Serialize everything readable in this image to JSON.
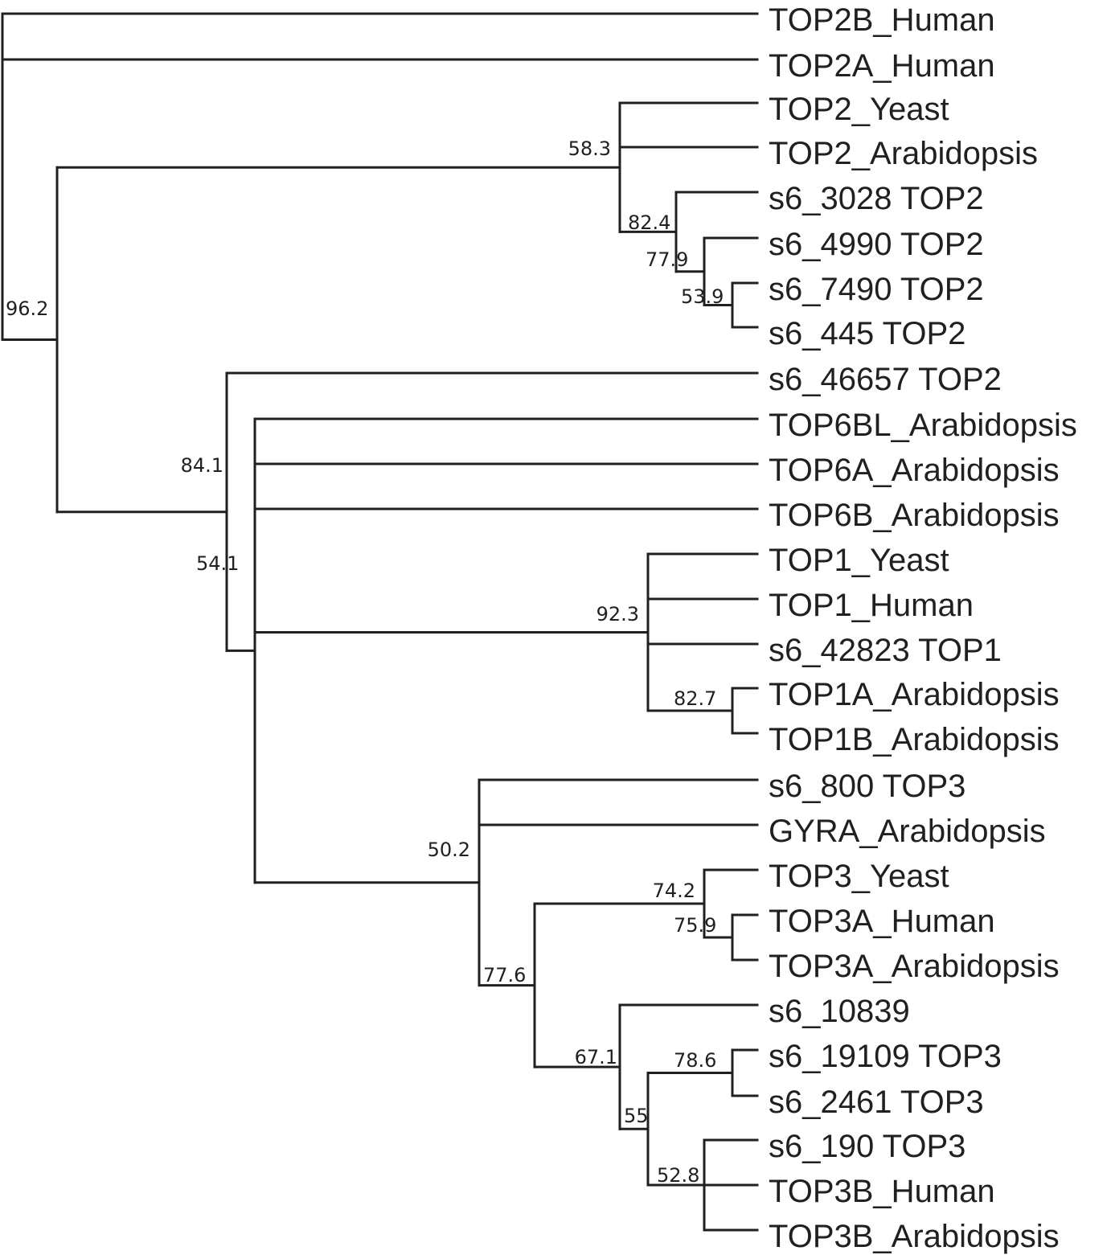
{
  "tree": {
    "leaves": [
      "TOP2B_Human",
      "TOP2A_Human",
      "TOP2_Yeast",
      "TOP2_Arabidopsis",
      "s6_3028 TOP2",
      "s6_4990 TOP2",
      "s6_7490 TOP2",
      "s6_445 TOP2",
      "s6_46657 TOP2",
      "TOP6BL_Arabidopsis",
      "TOP6A_Arabidopsis",
      "TOP6B_Arabidopsis",
      "TOP1_Yeast",
      "TOP1_Human",
      "s6_42823 TOP1",
      "TOP1A_Arabidopsis",
      "TOP1B_Arabidopsis",
      "s6_800 TOP3",
      "GYRA_Arabidopsis",
      "TOP3_Yeast",
      "TOP3A_Human",
      "TOP3A_Arabidopsis",
      "s6_10839",
      "s6_19109 TOP3",
      "s6_2461 TOP3",
      "s6_190 TOP3",
      "TOP3B_Human",
      "TOP3B_Arabidopsis"
    ],
    "supports": [
      "96.2",
      "58.3",
      "82.4",
      "77.9",
      "53.9",
      "84.1",
      "54.1",
      "92.3",
      "82.7",
      "50.2",
      "77.6",
      "74.2",
      "75.9",
      "67.1",
      "78.6",
      "55",
      "52.8"
    ]
  }
}
